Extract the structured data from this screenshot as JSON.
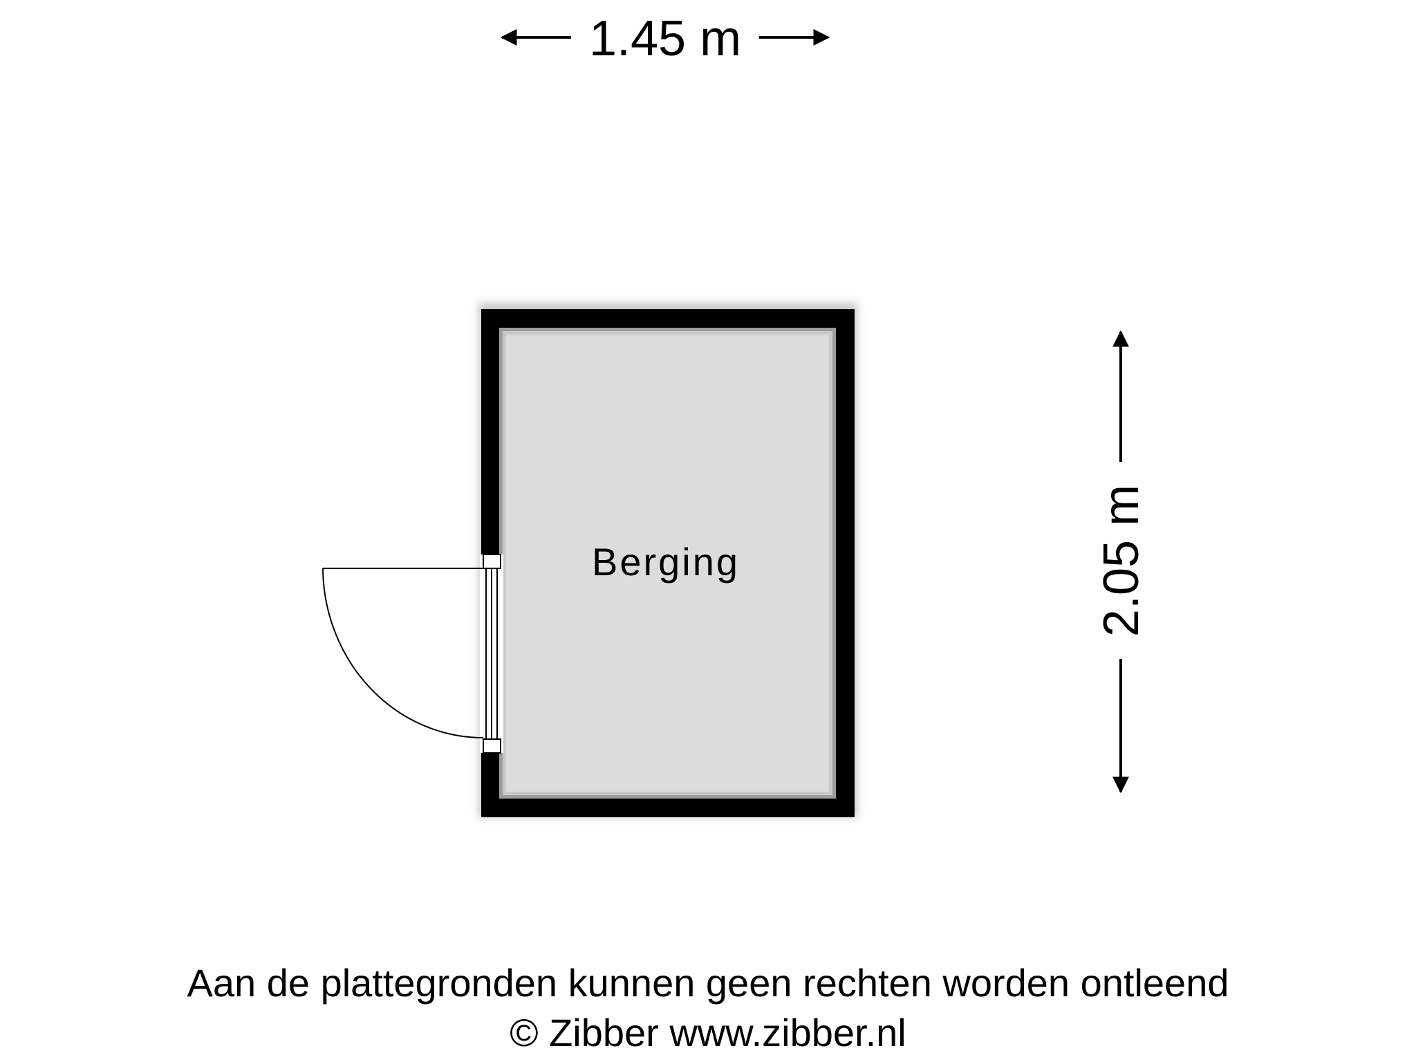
{
  "room": {
    "name": "Berging",
    "floor_color": "#dcdcdc",
    "wall_color": "#000000"
  },
  "dimensions": {
    "width_label": "1.45 m",
    "height_label": "2.05 m"
  },
  "door": {
    "type": "single-swing",
    "side": "left-wall",
    "swing": "outward"
  },
  "footer": {
    "disclaimer": "Aan de plattegronden kunnen geen rechten worden ontleend",
    "credit": "© Zibber www.zibber.nl"
  }
}
